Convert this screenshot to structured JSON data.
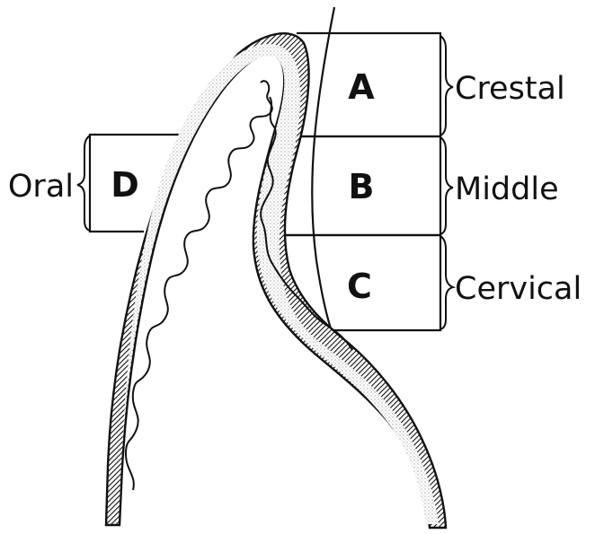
{
  "zones": {
    "a": {
      "letter": "A",
      "label": "Crestal"
    },
    "b": {
      "letter": "B",
      "label": "Middle"
    },
    "c": {
      "letter": "C",
      "label": "Cervical"
    },
    "d": {
      "letter": "D",
      "label": "Oral"
    }
  },
  "colors": {
    "ink": "#111111",
    "stipple": "#9a9a9a",
    "background": "#ffffff"
  }
}
